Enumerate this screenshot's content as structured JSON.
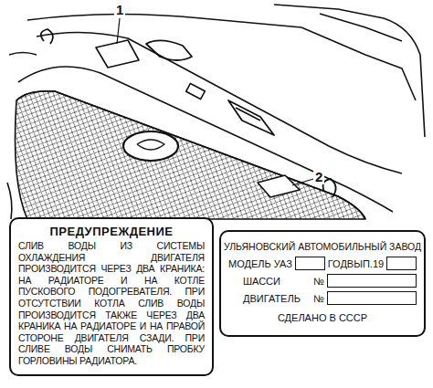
{
  "diagram": {
    "nodes": [
      {
        "text": [
          "ПРЕДУПРЕЖДЕНИЕ",
          "СЛИВ ВОДЫ ИЗ СИСТЕМЫ ОХЛАЖДЕНИЯ ДВИГАТЕЛЯ ПРОИЗВОДИТСЯ ЧЕРЕЗ ДВА КРАНИКА: НА РАДИАТОРЕ И НА КОТЛЕ ПУСКОВОГО ПОДОГРЕВАТЕЛЯ. ПРИ ОТСУТСТВИИ КОТЛА СЛИВ ВОДЫ ПРОИЗВОДИТСЯ ТАКЖЕ ЧЕРЕЗ ДВА КРАНИКА НА РАДИАТОРЕ И НА ПРАВОЙ СТОРОНЕ ДВИГАТЕЛЯ СЗАДИ. ПРИ СЛИВЕ ВОДЫ СНИМАТЬ ПРОБКУ ГОРЛОВИНЫ РАДИАТОРА."
        ]
      },
      {
        "text": [
          "УЛЬЯНОВСКИЙ АВТОМОБИЛЬНЫЙ ЗАВОД",
          "МОДЕЛЬ УАЗ",
          "ГОДВЫП.19",
          "ШАССИ",
          "№",
          "ДВИГАТЕЛЬ",
          "№",
          "СДЕЛАНО В СССР"
        ]
      }
    ],
    "labels": [
      "1",
      "2"
    ]
  }
}
